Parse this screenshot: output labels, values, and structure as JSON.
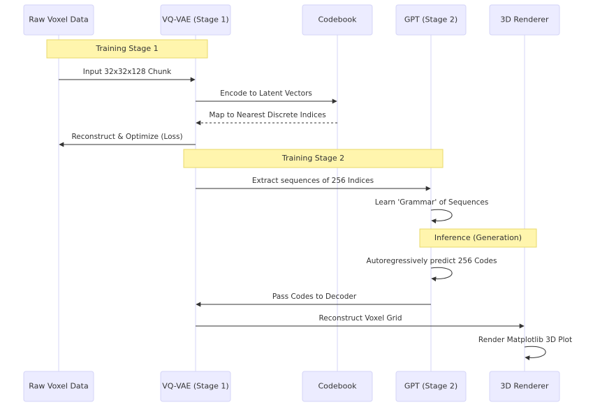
{
  "participants": [
    {
      "id": "raw",
      "label": "Raw Voxel Data"
    },
    {
      "id": "vqvae",
      "label": "VQ-VAE (Stage 1)"
    },
    {
      "id": "codebook",
      "label": "Codebook"
    },
    {
      "id": "gpt",
      "label": "GPT (Stage 2)"
    },
    {
      "id": "renderer",
      "label": "3D Renderer"
    }
  ],
  "notes": [
    {
      "text": "Training Stage 1",
      "from": "raw",
      "to": "vqvae"
    },
    {
      "text": "Training Stage 2",
      "from": "vqvae",
      "to": "gpt"
    },
    {
      "text": "Inference (Generation)",
      "from": "gpt",
      "to": "renderer"
    }
  ],
  "messages": [
    {
      "from": "raw",
      "to": "vqvae",
      "label": "Input 32x32x128 Chunk",
      "style": "solid"
    },
    {
      "from": "vqvae",
      "to": "codebook",
      "label": "Encode to Latent Vectors",
      "style": "solid"
    },
    {
      "from": "codebook",
      "to": "vqvae",
      "label": "Map to Nearest Discrete Indices",
      "style": "dotted"
    },
    {
      "from": "vqvae",
      "to": "raw",
      "label": "Reconstruct & Optimize (Loss)",
      "style": "solid"
    },
    {
      "from": "vqvae",
      "to": "gpt",
      "label": "Extract sequences of 256 Indices",
      "style": "solid"
    },
    {
      "from": "gpt",
      "to": "gpt",
      "label": "Learn 'Grammar' of Sequences",
      "style": "solid"
    },
    {
      "from": "gpt",
      "to": "gpt",
      "label": "Autoregressively predict 256 Codes",
      "style": "solid"
    },
    {
      "from": "gpt",
      "to": "vqvae",
      "label": "Pass Codes to Decoder",
      "style": "solid"
    },
    {
      "from": "vqvae",
      "to": "renderer",
      "label": "Reconstruct Voxel Grid",
      "style": "solid"
    },
    {
      "from": "renderer",
      "to": "renderer",
      "label": "Render Matplotlib 3D Plot",
      "style": "solid"
    }
  ]
}
